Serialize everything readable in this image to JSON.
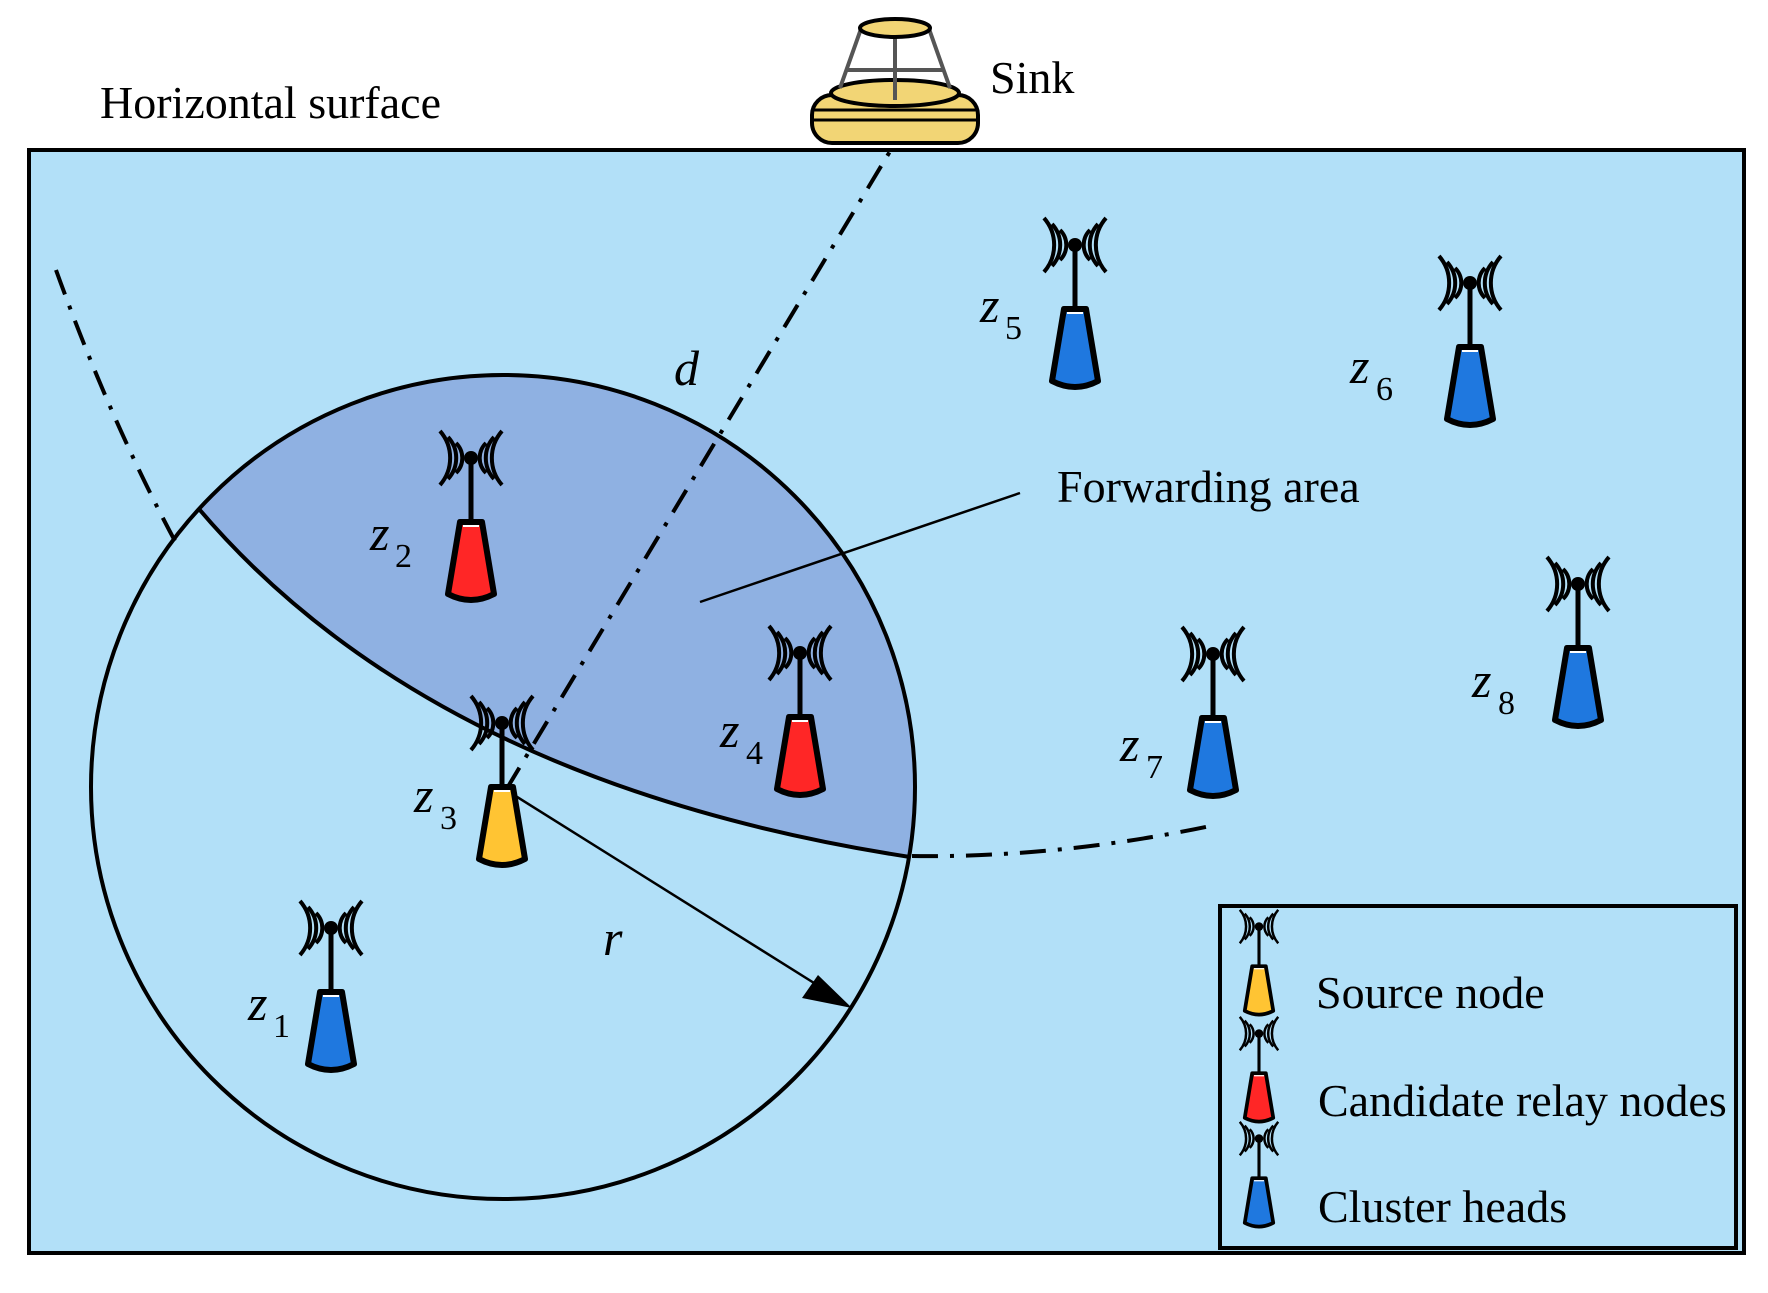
{
  "surface_label": "Horizontal surface",
  "sink_label": "Sink",
  "distance_label": "d",
  "radius_label": "r",
  "forwarding_label": "Forwarding area",
  "colors": {
    "water": "#b2e0f8",
    "forwarding_area": "#8fb1e2",
    "source_node": "#ffc433",
    "candidate_relay": "#ff2626",
    "cluster_head": "#1f78df",
    "sink": "#f2d575"
  },
  "nodes": [
    {
      "id": "z1",
      "var": "z",
      "sub": "1",
      "role": "cluster-head"
    },
    {
      "id": "z2",
      "var": "z",
      "sub": "2",
      "role": "candidate-relay"
    },
    {
      "id": "z3",
      "var": "z",
      "sub": "3",
      "role": "source"
    },
    {
      "id": "z4",
      "var": "z",
      "sub": "4",
      "role": "candidate-relay"
    },
    {
      "id": "z5",
      "var": "z",
      "sub": "5",
      "role": "cluster-head"
    },
    {
      "id": "z6",
      "var": "z",
      "sub": "6",
      "role": "cluster-head"
    },
    {
      "id": "z7",
      "var": "z",
      "sub": "7",
      "role": "cluster-head"
    },
    {
      "id": "z8",
      "var": "z",
      "sub": "8",
      "role": "cluster-head"
    }
  ],
  "legend": {
    "items": [
      {
        "label": "Source node",
        "icon": "source-node-icon"
      },
      {
        "label": "Candidate relay nodes",
        "icon": "candidate-relay-icon"
      },
      {
        "label": "Cluster heads",
        "icon": "cluster-head-icon"
      }
    ]
  }
}
